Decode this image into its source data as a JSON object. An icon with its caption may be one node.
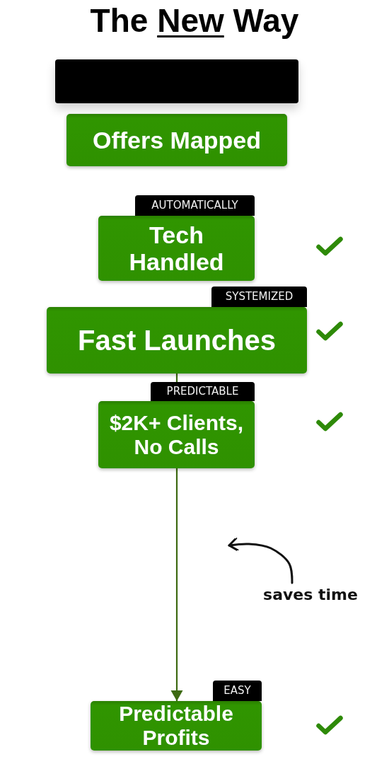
{
  "diagram": {
    "title": "The *New* Way",
    "nodes": [
      {
        "text": [],
        "shape": "box"
      },
      {
        "text": [
          "Offers Mapped"
        ]
      },
      {
        "text": [
          "AUTOMATICALLY"
        ]
      },
      {
        "text": [
          "Tech Handled"
        ]
      },
      {
        "text": [
          "SYSTEMIZED"
        ]
      },
      {
        "text": [
          "Fast Launches"
        ]
      },
      {
        "text": [
          "PREDICTABLE"
        ]
      },
      {
        "text": [
          "$2K+ Clients, No Calls"
        ]
      },
      {
        "text": [
          "saves time"
        ]
      },
      {
        "text": [
          "EASY"
        ]
      },
      {
        "text": [
          "Predictable Profits"
        ]
      }
    ],
    "edges": [
      {
        "from": 5,
        "to": 6,
        "arrow": "none"
      },
      {
        "from": 7,
        "to": 10,
        "arrow": "to"
      },
      {
        "from": 8,
        "to": null,
        "arrow": "to",
        "color": "#111111"
      }
    ]
  }
}
